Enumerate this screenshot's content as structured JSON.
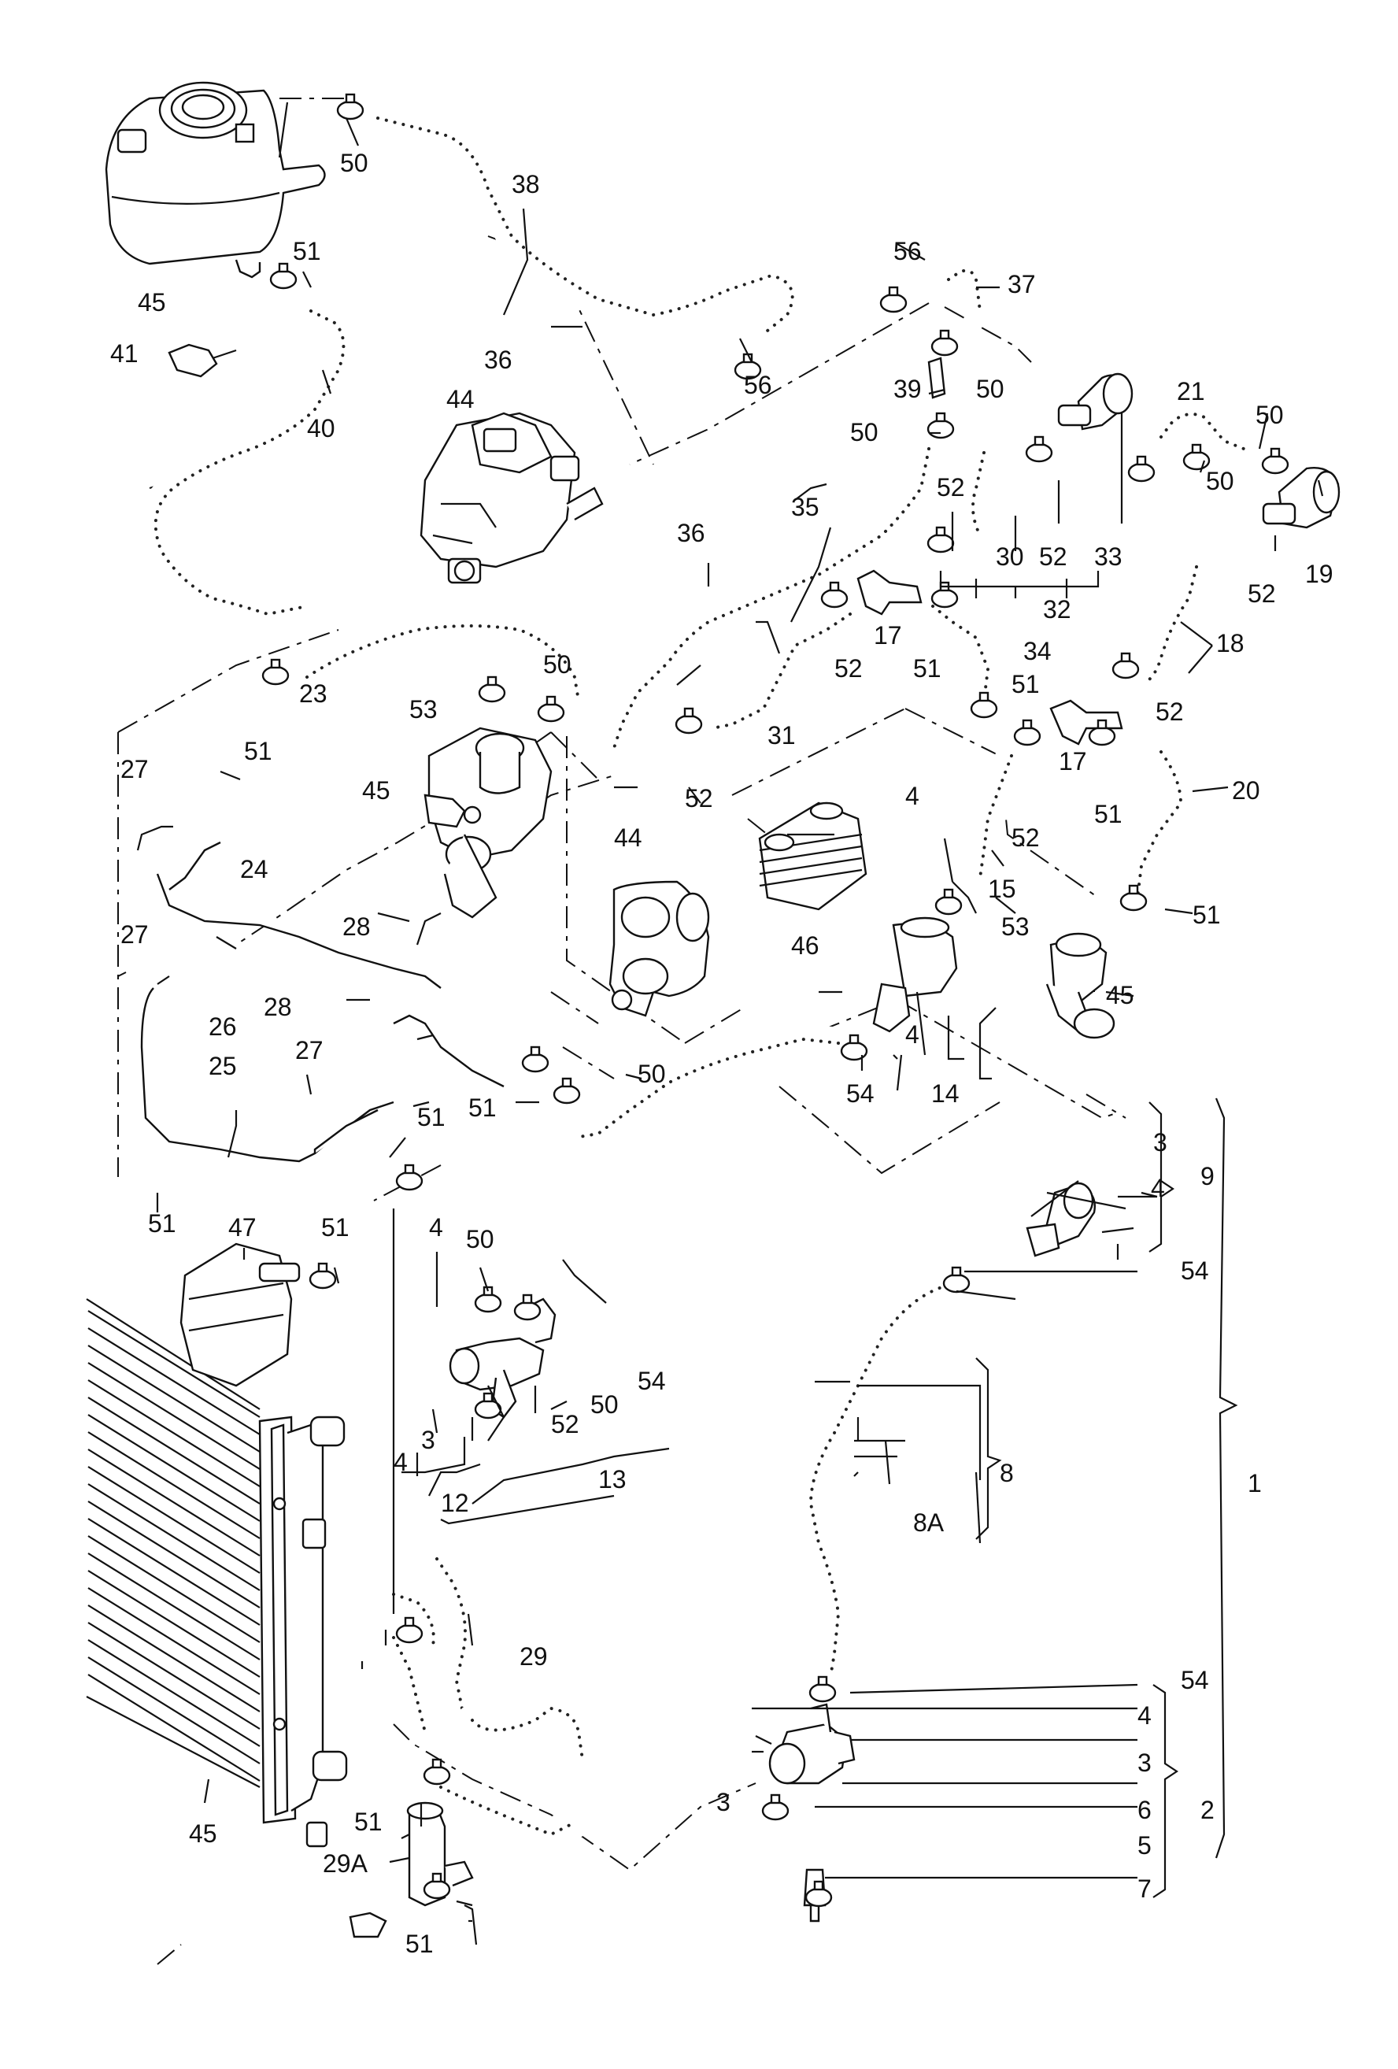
{
  "labels": {
    "l1": "1",
    "l2": "2",
    "l3a": "3",
    "l3b": "3",
    "l3c": "3",
    "l3d": "3",
    "l4a": "4",
    "l4b": "4",
    "l4c": "4",
    "l4d": "4",
    "l4e": "4",
    "l4f": "4",
    "l5": "5",
    "l6": "6",
    "l7": "7",
    "l8": "8",
    "l8A": "8A",
    "l9": "9",
    "l12": "12",
    "l13": "13",
    "l14": "14",
    "l15": "15",
    "l17a": "17",
    "l17b": "17",
    "l18": "18",
    "l19": "19",
    "l20": "20",
    "l21": "21",
    "l23": "23",
    "l24": "24",
    "l25": "25",
    "l26": "26",
    "l27a": "27",
    "l27b": "27",
    "l27c": "27",
    "l28a": "28",
    "l28b": "28",
    "l29": "29",
    "l29A": "29A",
    "l30": "30",
    "l31": "31",
    "l32": "32",
    "l33": "33",
    "l34": "34",
    "l35": "35",
    "l36a": "36",
    "l36b": "36",
    "l37": "37",
    "l38": "38",
    "l39": "39",
    "l40": "40",
    "l41": "41",
    "l44a": "44",
    "l44b": "44",
    "l45a": "45",
    "l45b": "45",
    "l45c": "45",
    "l45d": "45",
    "l46": "46",
    "l47": "47",
    "l50a": "50",
    "l50b": "50",
    "l50c": "50",
    "l50d": "50",
    "l50e": "50",
    "l50f": "50",
    "l50g": "50",
    "l50h": "50",
    "l50i": "50",
    "l51a": "51",
    "l51b": "51",
    "l51c": "51",
    "l51d": "51",
    "l51e": "51",
    "l51f": "51",
    "l51g": "51",
    "l51h": "51",
    "l51i": "51",
    "l51j": "51",
    "l51k": "51",
    "l51l": "51",
    "l52a": "52",
    "l52b": "52",
    "l52c": "52",
    "l52d": "52",
    "l52e": "52",
    "l52f": "52",
    "l52g": "52",
    "l52h": "52",
    "l53a": "53",
    "l53b": "53",
    "l54a": "54",
    "l54b": "54",
    "l54c": "54",
    "l54d": "54",
    "l56a": "56",
    "l56b": "56"
  }
}
